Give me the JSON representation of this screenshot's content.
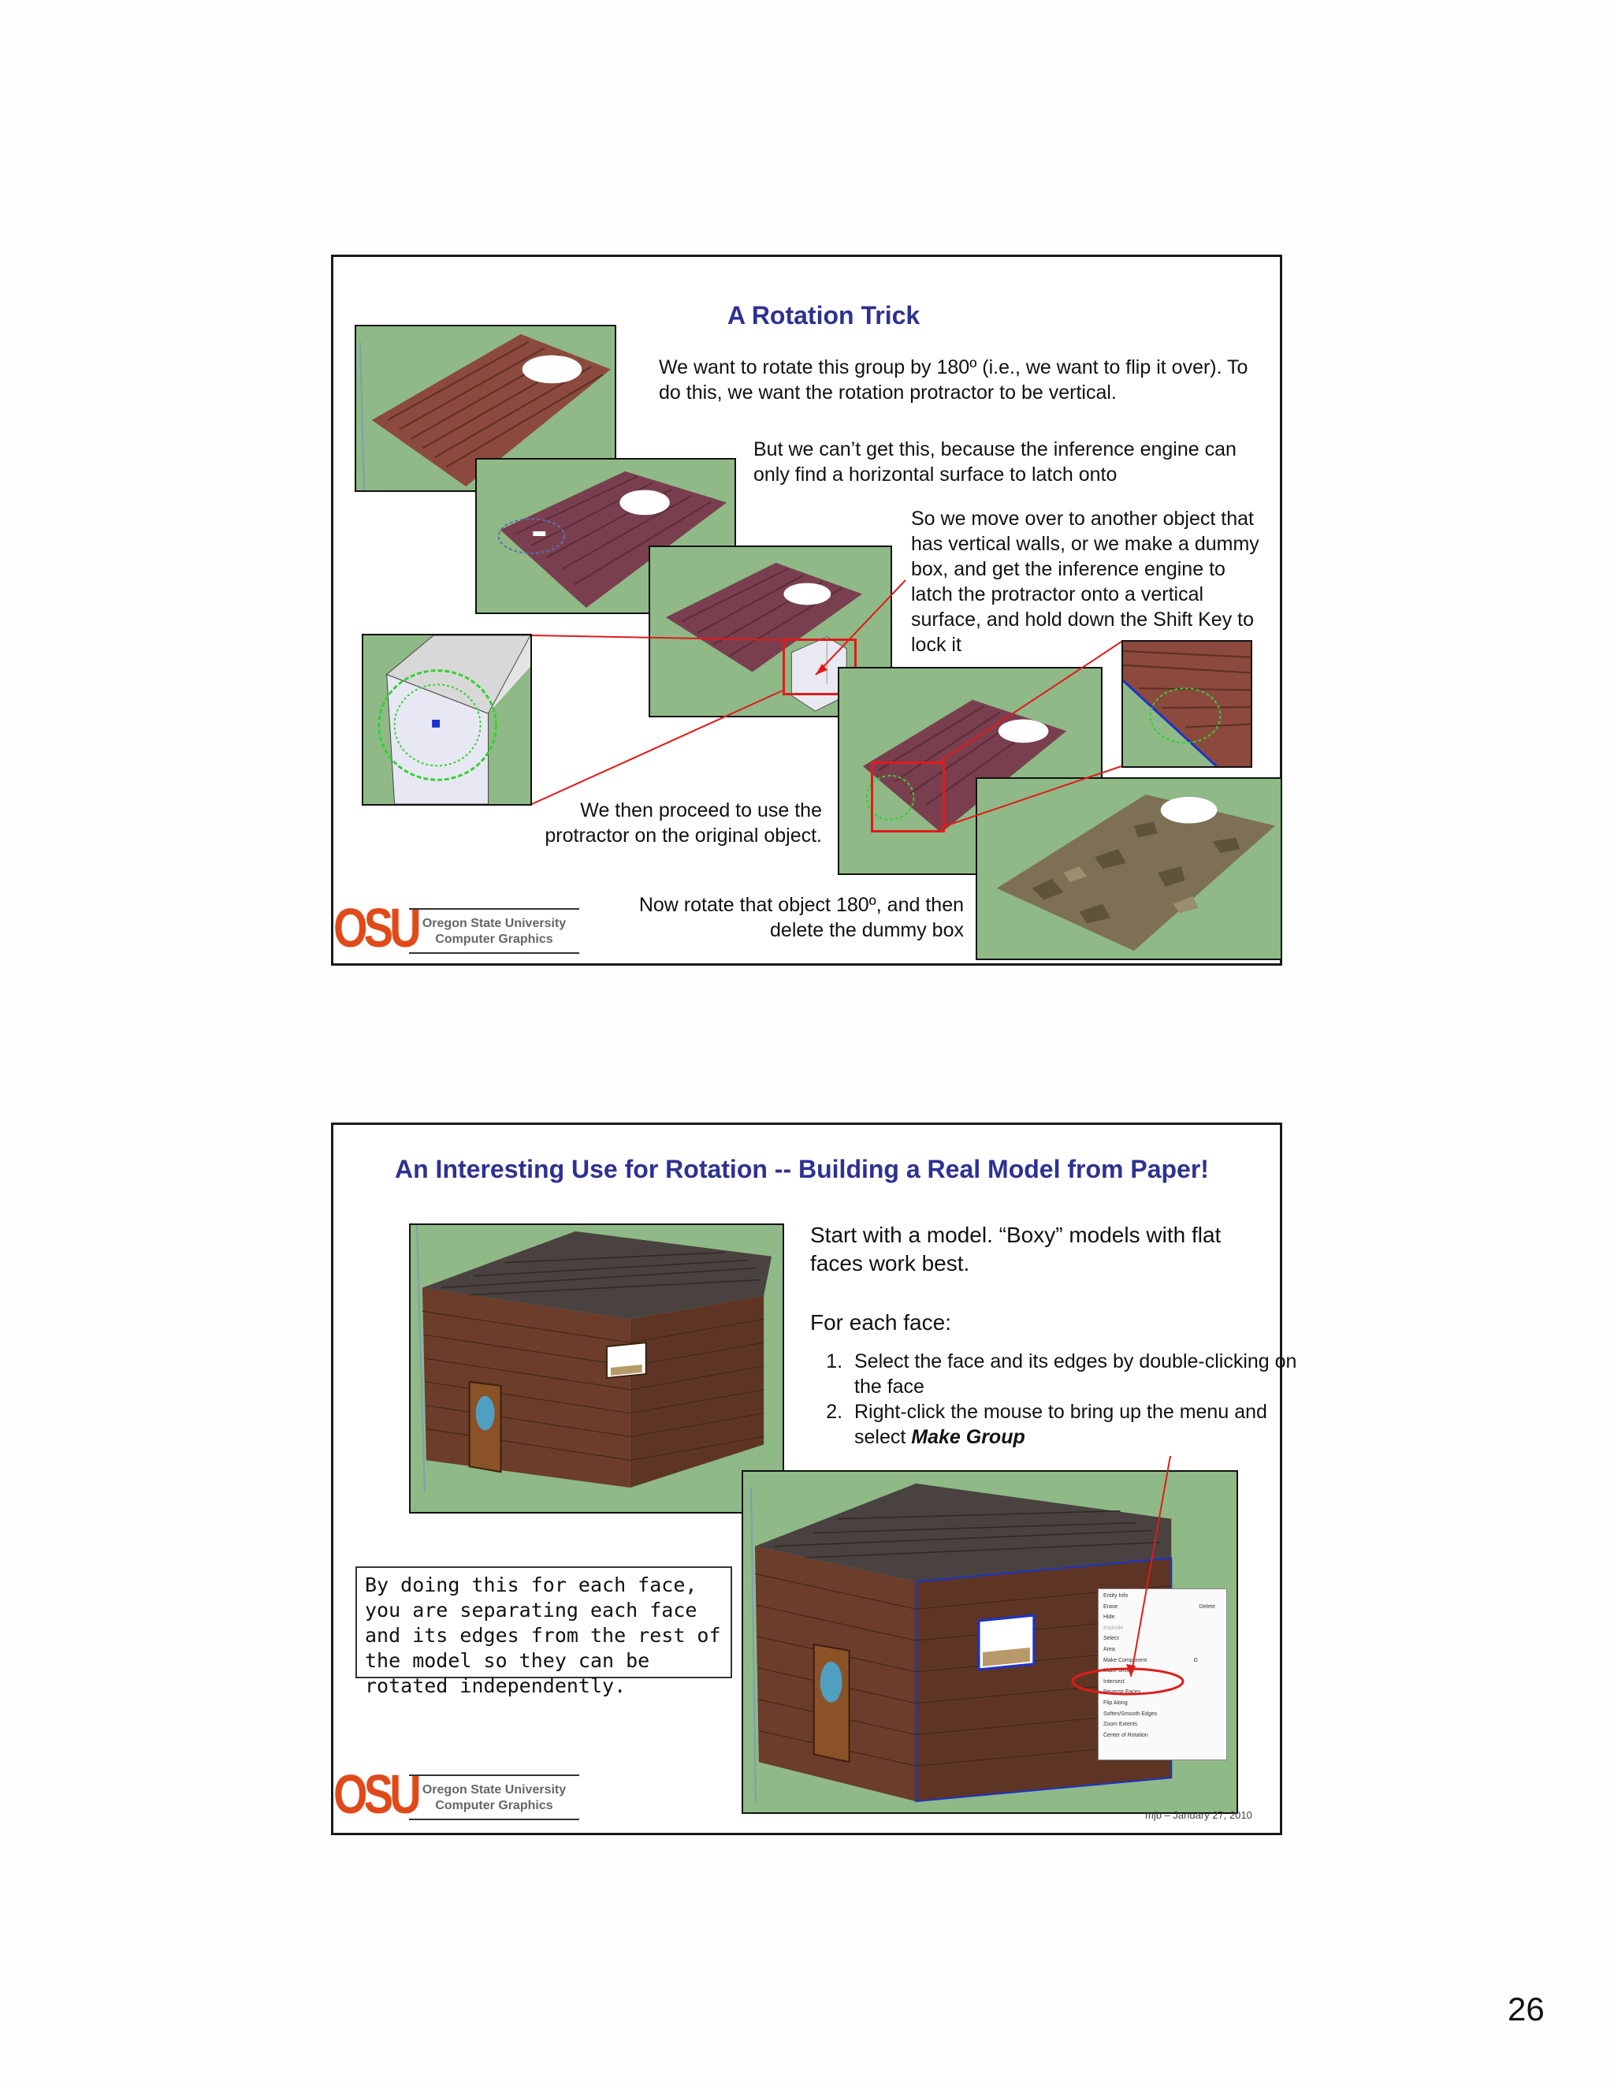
{
  "slide1": {
    "title": "A Rotation Trick",
    "text1": "We want to rotate this group by 180º (i.e., we want to flip it over).  To do this, we want the rotation protractor to be vertical.",
    "text2": "But we can’t get this, because the inference engine can only find a horizontal surface to latch onto",
    "text3": "So we move over to another object that has vertical walls, or we make a dummy box, and get the inference engine to latch the protractor onto a vertical surface, and hold down the Shift Key to lock it",
    "text4": "We then proceed to use the protractor on the original object.",
    "text5": "Now rotate that object 180º, and then delete the dummy box",
    "logo": "OSU",
    "org_line1": "Oregon State University",
    "org_line2": "Computer Graphics"
  },
  "slide2": {
    "title": "An Interesting Use for Rotation --  Building a Real Model from Paper!",
    "intro": "Start with a model.  “Boxy” models with flat faces work best.",
    "for_each": "For each face:",
    "steps": [
      "Select the face and its edges by double-clicking on the face",
      "Right-click the mouse to bring up the menu and select "
    ],
    "steps_emph": "Make Group",
    "callout": "By doing this for each face, you are separating each face and its edges from the rest of the model so they can be rotated independently.",
    "logo": "OSU",
    "org_line1": "Oregon State University",
    "org_line2": "Computer Graphics",
    "footer": "mjb – January 27, 2010",
    "context_menu": {
      "items": [
        "Entity Info",
        "Erase",
        "Hide",
        "Explode",
        "Select",
        "Area",
        "Make Component",
        "Make Group",
        "Intersect",
        "Reverse Faces",
        "Flip Along",
        "Soften/Smooth Edges",
        "Zoom Extents",
        "Center of Rotation"
      ],
      "shortcuts": {
        "erase": "Delete",
        "make_component": "G"
      }
    }
  },
  "page_number": "26",
  "colors": {
    "title_blue": "#2e3192",
    "osu_orange": "#e04a1a",
    "canvas_green": "#8fb987",
    "callout_red": "#e01b1b"
  }
}
